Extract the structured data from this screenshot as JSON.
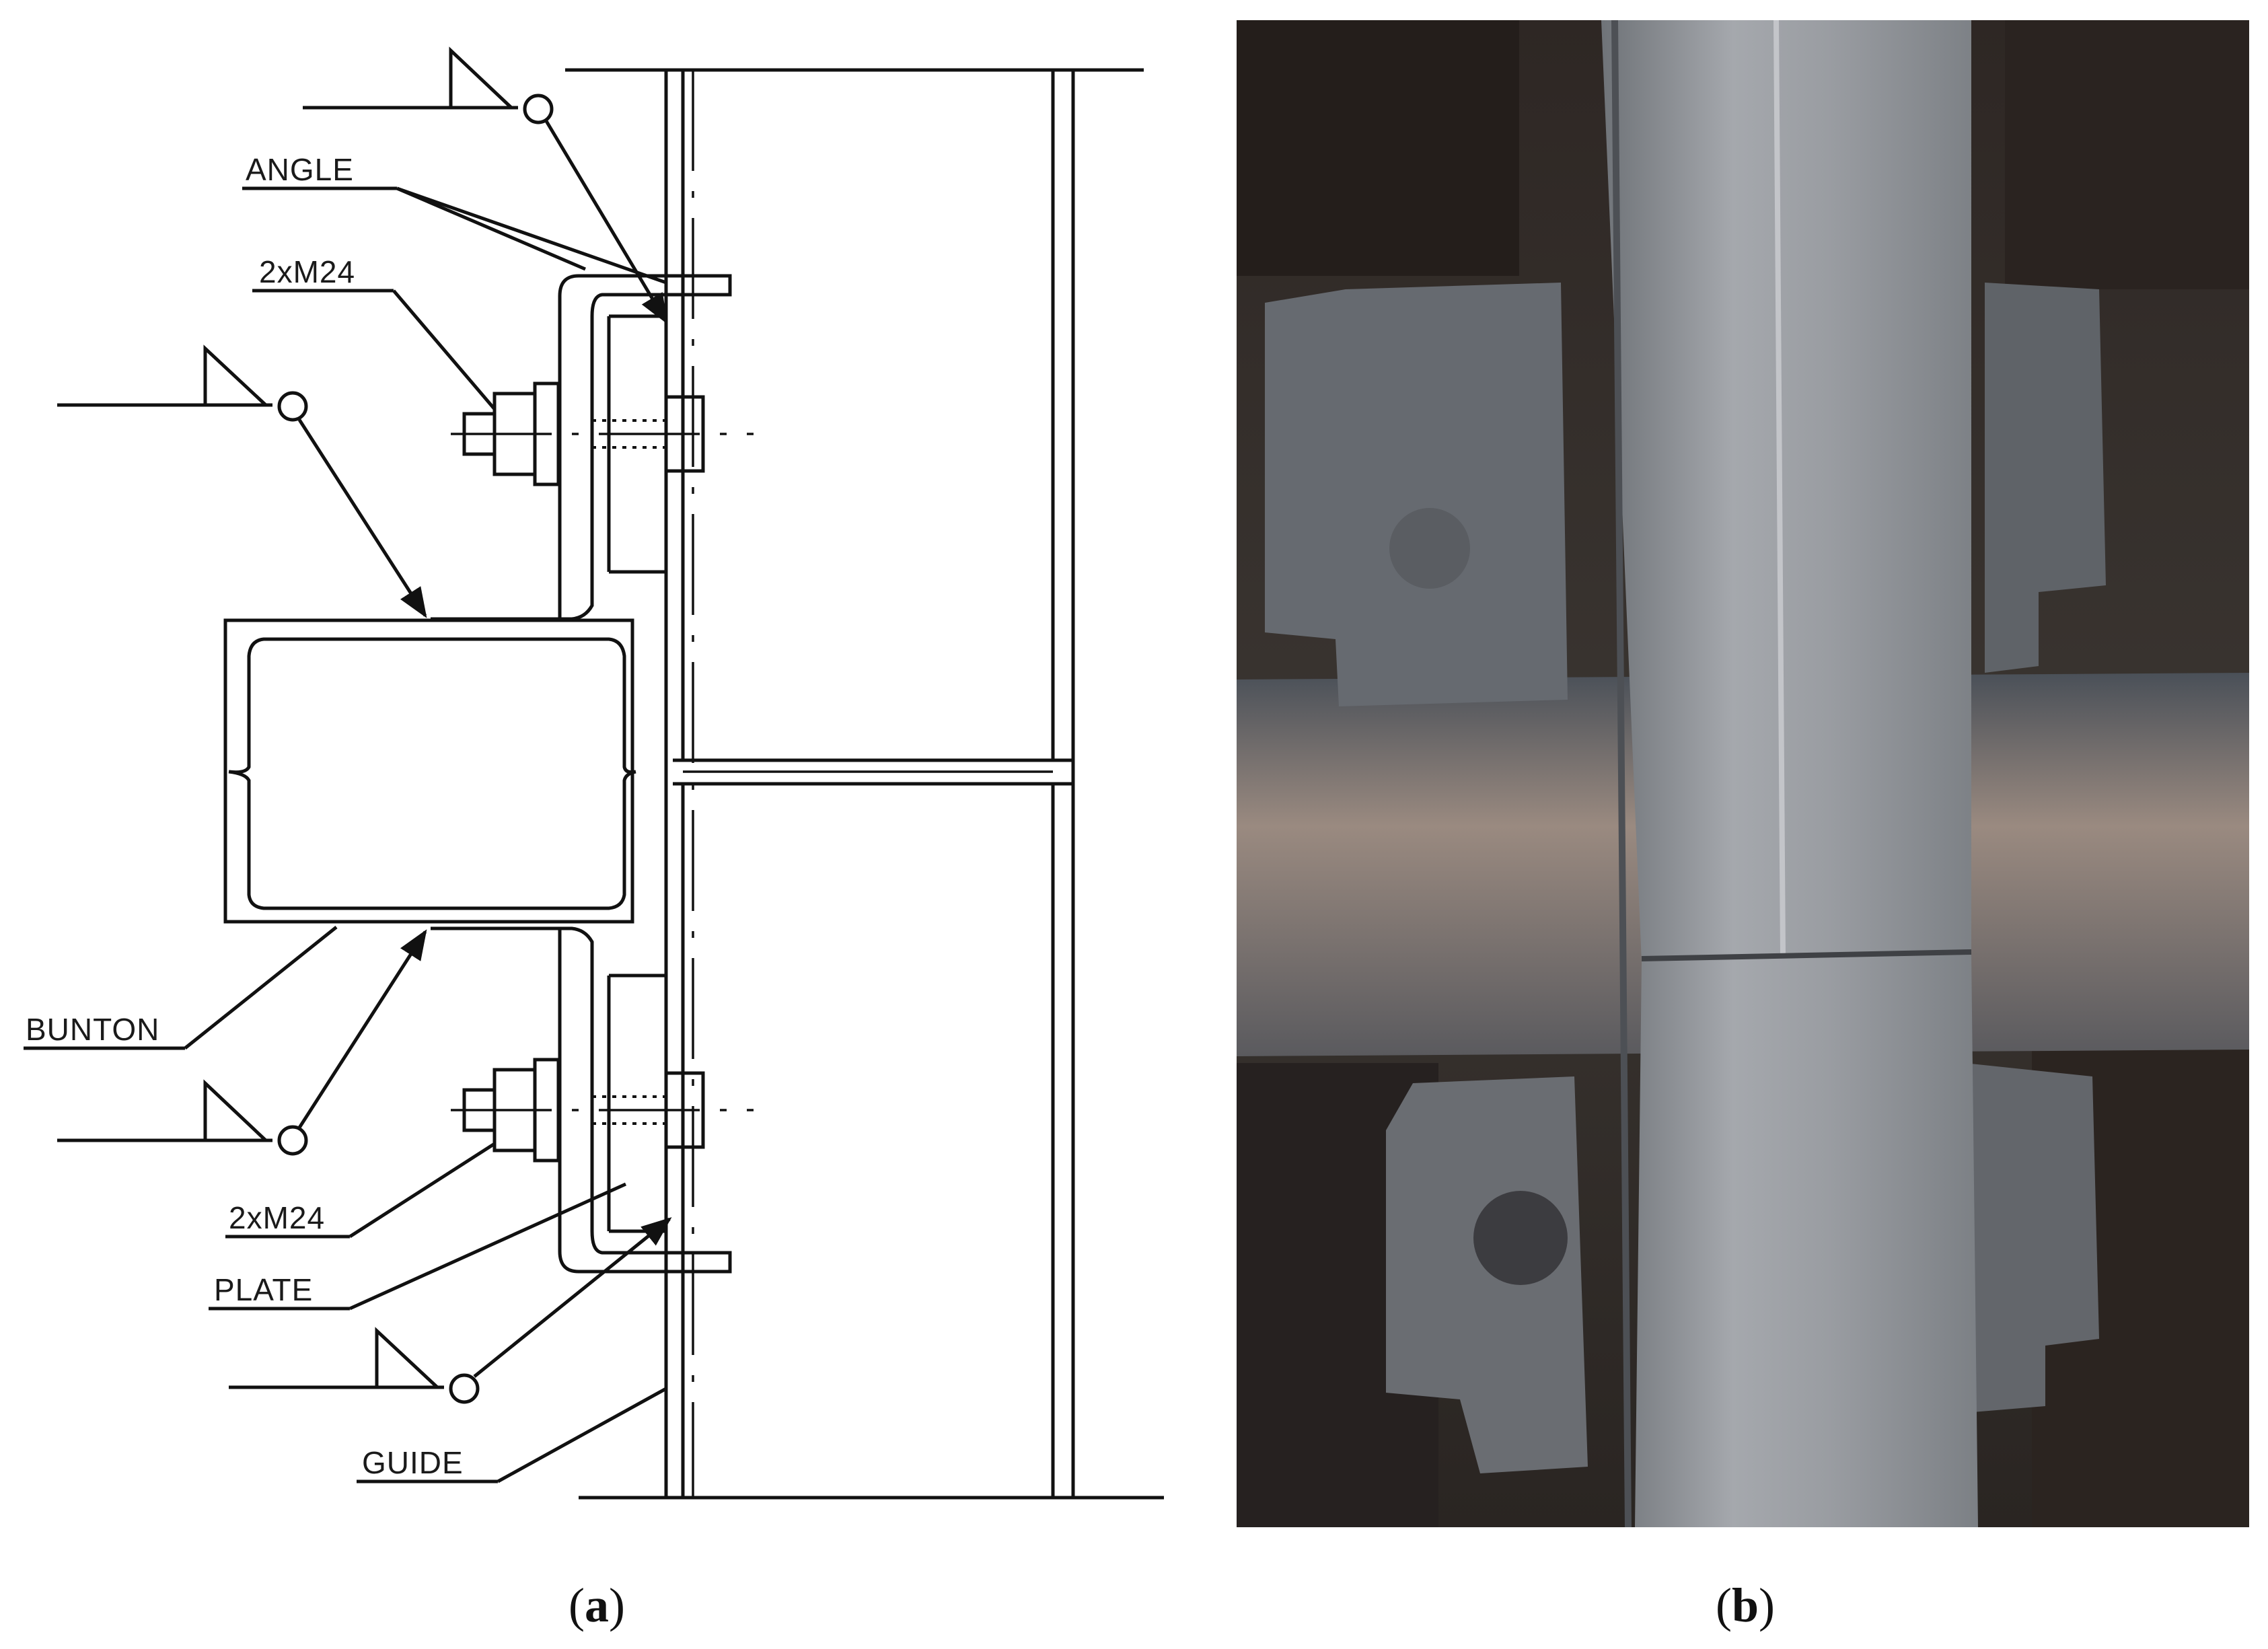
{
  "drawing": {
    "labels": {
      "angle": "ANGLE",
      "bolts_top": "2xM24",
      "bunton": "BUNTON",
      "bolts_bottom": "2xM24",
      "plate": "PLATE",
      "guide": "GUIDE"
    }
  },
  "captions": {
    "a": {
      "open": "(",
      "letter": "a",
      "close": ")"
    },
    "b": {
      "open": "(",
      "letter": "b",
      "close": ")"
    }
  },
  "colors": {
    "line": "#111111",
    "photo_steel": "#8f9298",
    "photo_dark": "#2c2522"
  }
}
